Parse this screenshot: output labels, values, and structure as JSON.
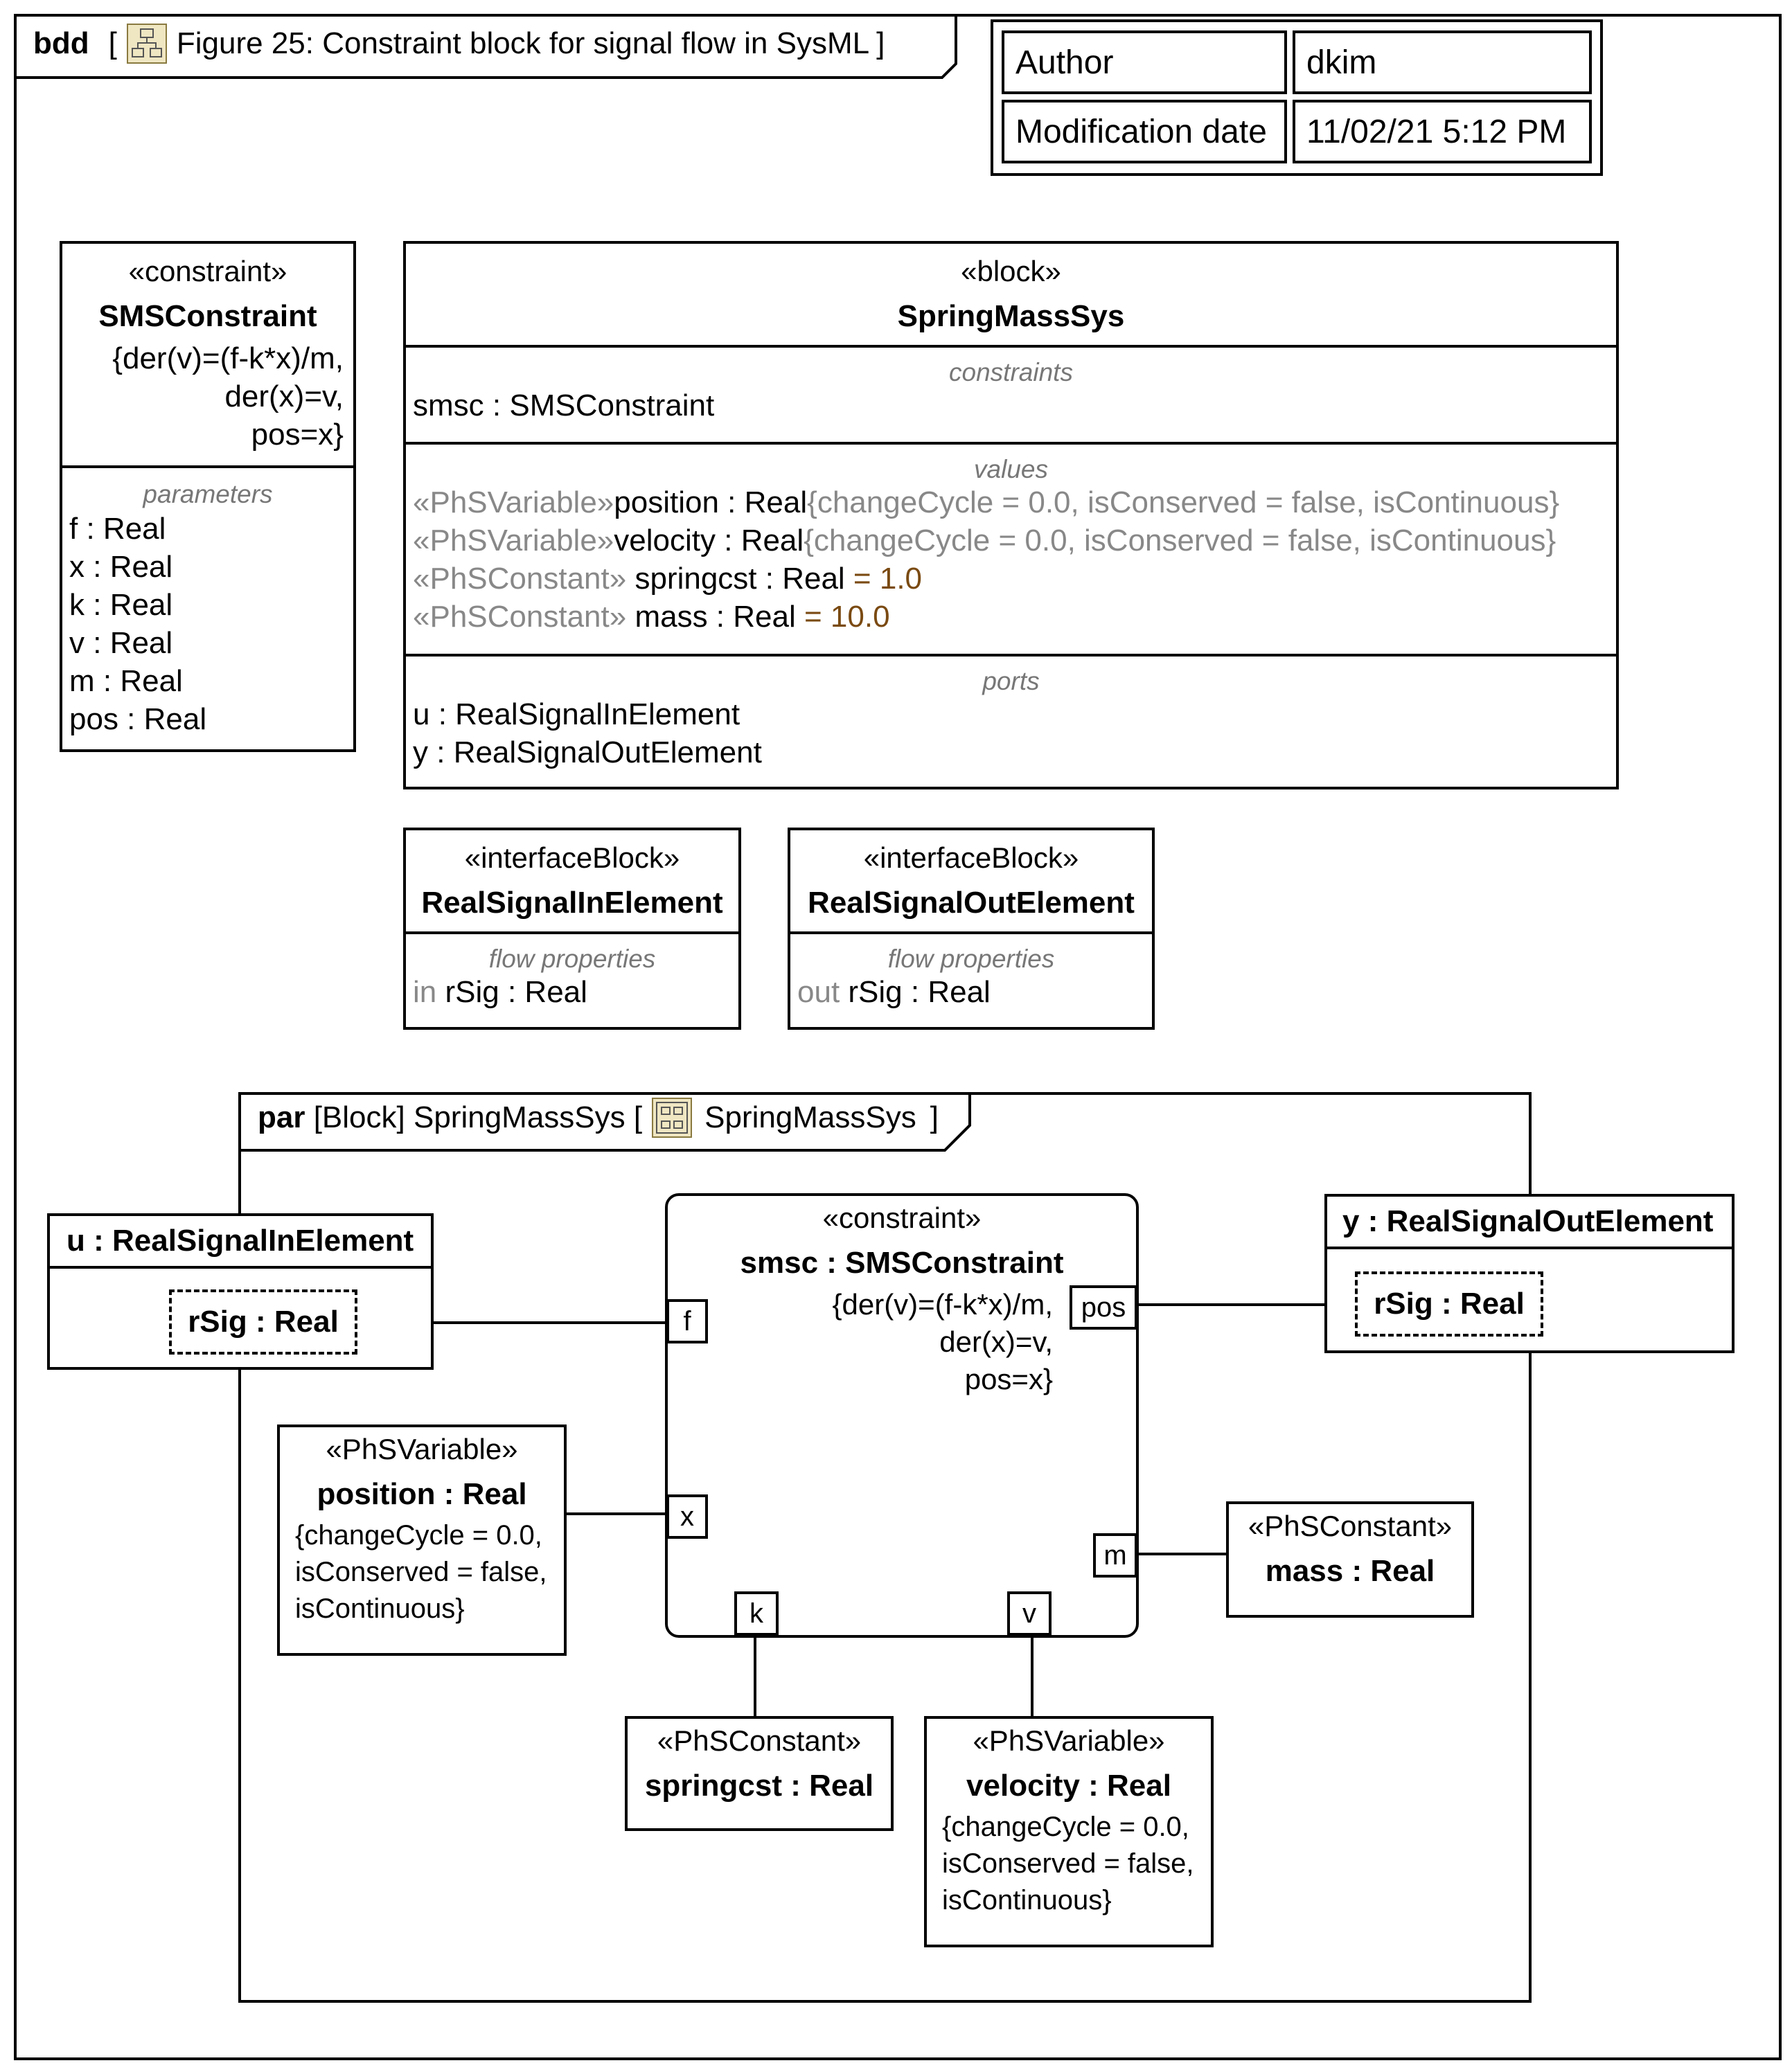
{
  "frame": {
    "kind": "bdd",
    "title": "Figure 25: Constraint block for signal flow in SysML"
  },
  "info_table": {
    "rows": [
      {
        "key": "Author",
        "value": "dkim"
      },
      {
        "key": "Modification date",
        "value": "11/02/21 5:12 PM"
      }
    ]
  },
  "sms_constraint": {
    "stereotype": "«constraint»",
    "name": "SMSConstraint",
    "expr_lines": [
      "{der(v)=(f-k*x)/m,",
      "der(x)=v,",
      "pos=x}"
    ],
    "params_title": "parameters",
    "params": [
      {
        "name": "f",
        "type": "Real"
      },
      {
        "name": "x",
        "type": "Real"
      },
      {
        "name": "k",
        "type": "Real"
      },
      {
        "name": "v",
        "type": "Real"
      },
      {
        "name": "m",
        "type": "Real"
      },
      {
        "name": "pos",
        "type": "Real"
      }
    ]
  },
  "spring_block": {
    "stereotype": "«block»",
    "name": "SpringMassSys",
    "constraints_title": "constraints",
    "constraint": {
      "name": "smsc",
      "sep": " : ",
      "type": "SMSConstraint"
    },
    "values_title": "values",
    "values": [
      {
        "stereo": "«PhSVariable»",
        "name": "position",
        "sep": " : ",
        "type": "Real",
        "extra": "{changeCycle = 0.0, isConserved = false, isContinuous}",
        "default": ""
      },
      {
        "stereo": "«PhSVariable»",
        "name": "velocity",
        "sep": " : ",
        "type": "Real",
        "extra": "{changeCycle = 0.0, isConserved = false, isContinuous}",
        "default": ""
      },
      {
        "stereo": "«PhSConstant»",
        "name": " springcst",
        "sep": " : ",
        "type": "Real",
        "extra": "",
        "default": " = 1.0"
      },
      {
        "stereo": "«PhSConstant»",
        "name": " mass",
        "sep": " : ",
        "type": "Real",
        "extra": "",
        "default": " = 10.0"
      }
    ],
    "ports_title": "ports",
    "ports": [
      {
        "name": "u",
        "sep": " : ",
        "type": "RealSignalInElement"
      },
      {
        "name": "y",
        "sep": " : ",
        "type": "RealSignalOutElement"
      }
    ]
  },
  "in_block": {
    "stereotype": "«interfaceBlock»",
    "name": "RealSignalInElement",
    "section_title": "flow properties",
    "dir": "in",
    "prop": " rSig",
    "sep": " : ",
    "type": "Real"
  },
  "out_block": {
    "stereotype": "«interfaceBlock»",
    "name": "RealSignalOutElement",
    "section_title": "flow properties",
    "dir": "out",
    "prop": " rSig",
    "sep": " : ",
    "type": "Real"
  },
  "par": {
    "kind": "par",
    "label": " [Block] SpringMassSys [",
    "icon_label": "SpringMassSys",
    "close": "]",
    "u_port": {
      "title": "u : RealSignalInElement",
      "inner": "rSig : Real"
    },
    "y_port": {
      "title": "y : RealSignalOutElement",
      "inner": "rSig : Real"
    },
    "constraint": {
      "stereotype": "«constraint»",
      "name": "smsc : SMSConstraint",
      "expr_lines": [
        "{der(v)=(f-k*x)/m,",
        "der(x)=v,",
        "pos=x}"
      ],
      "pins": {
        "f": "f",
        "pos": "pos",
        "x": "x",
        "m": "m",
        "k": "k",
        "v": "v"
      }
    },
    "position": {
      "stereotype": "«PhSVariable»",
      "name": "position : Real",
      "props": [
        "{changeCycle = 0.0,",
        "isConserved = false,",
        "isContinuous}"
      ]
    },
    "mass": {
      "stereotype": "«PhSConstant»",
      "name": "mass : Real"
    },
    "springcst": {
      "stereotype": "«PhSConstant»",
      "name": "springcst : Real"
    },
    "velocity": {
      "stereotype": "«PhSVariable»",
      "name": "velocity : Real",
      "props": [
        "{changeCycle = 0.0,",
        "isConserved = false,",
        "isContinuous}"
      ]
    }
  }
}
